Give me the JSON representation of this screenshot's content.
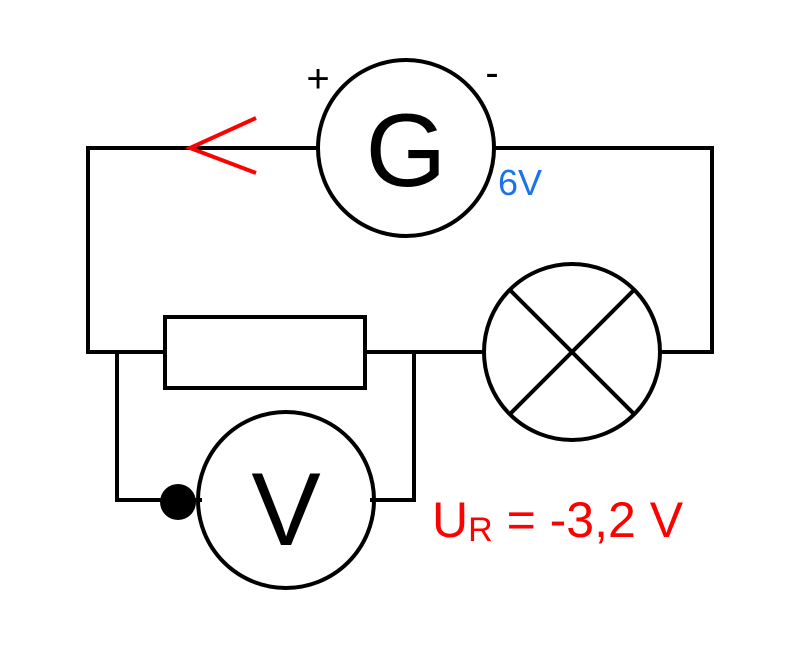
{
  "generator": {
    "symbol_letter": "G",
    "plus_terminal": "+",
    "minus_terminal": "-",
    "voltage": "6V"
  },
  "voltmeter": {
    "symbol_letter": "V"
  },
  "measurement": {
    "quantity": "U",
    "subscript": "R",
    "value": " = -3,2 V"
  },
  "colors": {
    "wire": "#000000",
    "current_arrow": "#ff0000",
    "voltage_label": "#1a73e8",
    "measurement": "#ff0000"
  },
  "icons": {
    "current_direction": "current-arrow-icon",
    "lamp": "lamp-cross-icon",
    "resistor": "resistor-icon",
    "voltmeter_terminal": "com-terminal-dot-icon"
  }
}
